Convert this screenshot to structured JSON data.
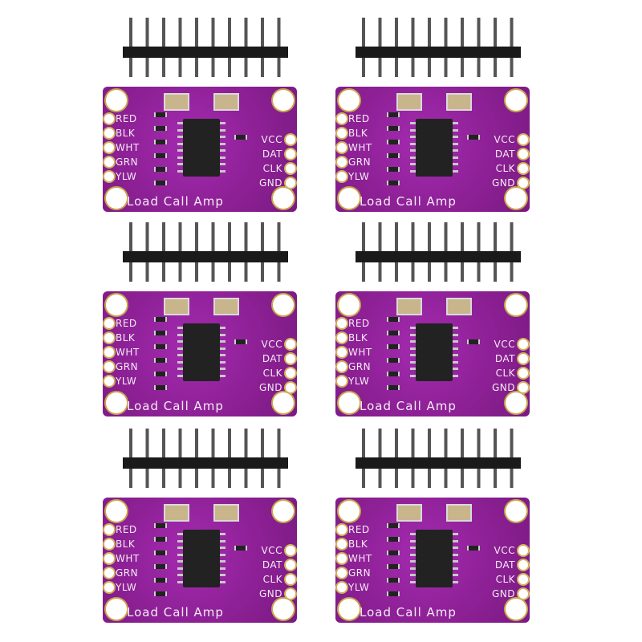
{
  "module_label": "Load Call Amp",
  "left_pins": [
    "RED",
    "BLK",
    "WHT",
    "GRN",
    "YLW"
  ],
  "right_pins": [
    "VCC",
    "DAT",
    "CLK",
    "GND"
  ],
  "colors": {
    "pcb": "#8d2095",
    "pad": "#d2b05a",
    "header": "#1a1a1a"
  },
  "module_count": 6
}
